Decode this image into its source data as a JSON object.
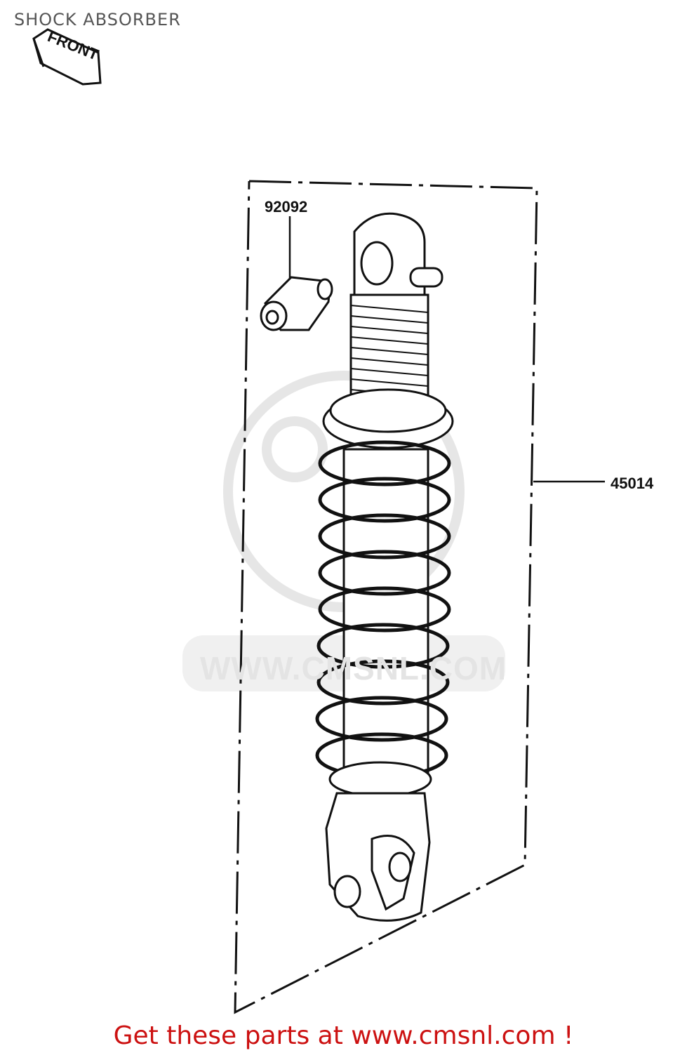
{
  "diagram": {
    "title": "SHOCK ABSORBER",
    "front_marker": "FRONT",
    "callouts": [
      {
        "part_number": "92092"
      },
      {
        "part_number": "45014"
      }
    ],
    "watermark": "WWW.CMSNL.COM"
  },
  "footer": {
    "cta": "Get these parts at www.cmsnl.com !"
  },
  "colors": {
    "footer_text": "#cc1111",
    "line_art": "#111111",
    "watermark": "#e4e4e4"
  }
}
